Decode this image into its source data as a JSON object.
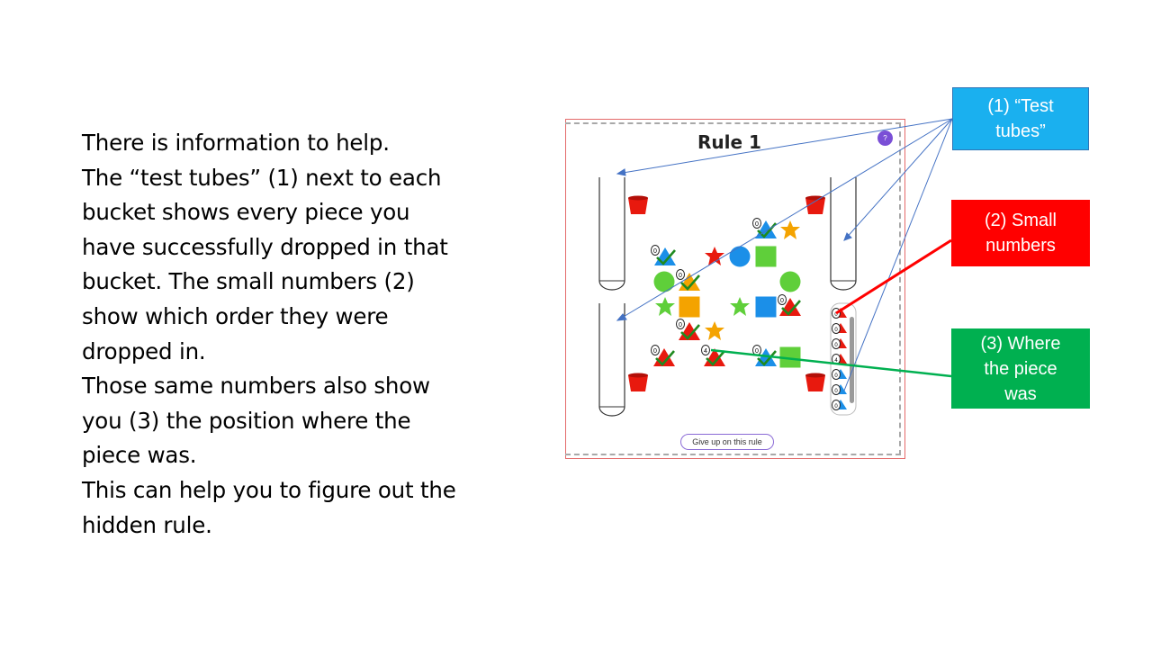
{
  "slide": {
    "paragraphs": [
      "There is information to help.",
      "The “test tubes” (1)  next to each bucket shows every piece you have successfully dropped in that bucket. The small numbers (2) show which order they were dropped in.",
      "Those same numbers also show you (3) the position where the piece was.",
      "This can help you to figure out the hidden rule."
    ]
  },
  "game": {
    "title": "Rule 1",
    "help_label": "?",
    "give_up_label": "Give up on this rule",
    "order_number": "0",
    "order_number_alt": "4"
  },
  "callouts": {
    "test_tubes": "(1) “Test tubes”",
    "small_numbers": "(2) Small numbers",
    "where_piece": "(3) Where the piece was"
  },
  "colors": {
    "red": "#e8190e",
    "blue": "#1b8fe8",
    "green": "#5fcf3a",
    "orange": "#f4a300",
    "check": "#1f8a1f",
    "arrow_blue": "#4472c4",
    "arrow_red": "#ff0000",
    "arrow_green": "#00b050",
    "accent_purple": "#7a4fd6"
  }
}
